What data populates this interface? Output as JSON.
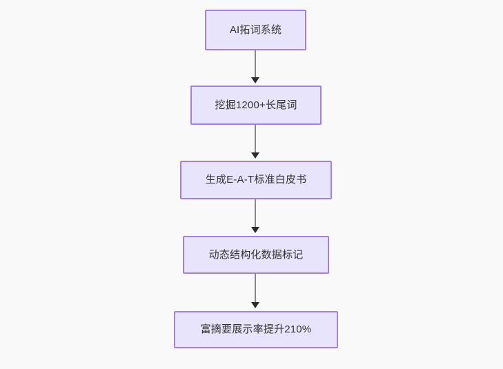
{
  "diagram": {
    "type": "flowchart",
    "direction": "top-to-bottom",
    "background_color": "#f9f9f9",
    "node_fill_color": "#e8e4fb",
    "node_border_color": "#a280dc",
    "node_text_color": "#333333",
    "edge_line_color": "#888a88",
    "edge_arrow_color": "#2b2b2b",
    "nodes": [
      {
        "id": "n1",
        "label": "AI拓词系统"
      },
      {
        "id": "n2",
        "label": "挖掘1200+长尾词"
      },
      {
        "id": "n3",
        "label": "生成E-A-T标准白皮书"
      },
      {
        "id": "n4",
        "label": "动态结构化数据标记"
      },
      {
        "id": "n5",
        "label": "富摘要展示率提升210%"
      }
    ],
    "edges": [
      {
        "from": "n1",
        "to": "n2",
        "label": ""
      },
      {
        "from": "n2",
        "to": "n3",
        "label": ""
      },
      {
        "from": "n3",
        "to": "n4",
        "label": ""
      },
      {
        "from": "n4",
        "to": "n5",
        "label": ""
      }
    ]
  }
}
